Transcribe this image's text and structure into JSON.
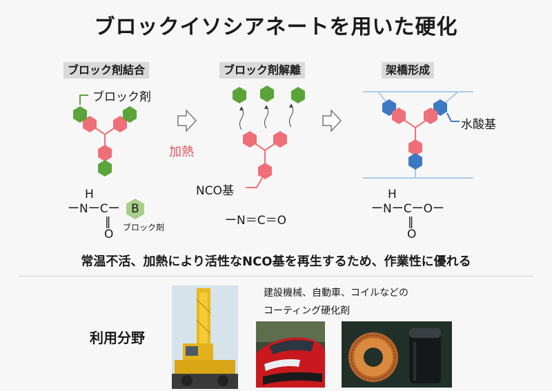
{
  "title": "ブロックイソシアネートを用いた硬化",
  "stages": [
    {
      "label": "ブロック剤結合"
    },
    {
      "label": "ブロック剤解離"
    },
    {
      "label": "架橋形成"
    }
  ],
  "annotations": {
    "blocking_agent": "ブロック剤",
    "heat": "加熱",
    "nco_group": "NCO基",
    "hydroxyl_group": "水酸基"
  },
  "formulas": {
    "blocked": {
      "h": "H",
      "main": "ーNーCー",
      "b": "B",
      "o_bond": "‖",
      "o": "O",
      "note": "ブロック剤"
    },
    "isocyanate": "ーN＝C＝O",
    "urethane": {
      "h": "H",
      "main": "ーNーCーOー",
      "o_bond": "‖",
      "o": "O"
    }
  },
  "summary": "常温不活、加熱により活性なNCO基を再生するため、作業性に優れる",
  "usage": {
    "label": "利用分野",
    "description_line1": "建設機械、自動車、コイルなどの",
    "description_line2": "コーティング硬化剤"
  },
  "colors": {
    "hex_red": "#ef6f78",
    "hex_green": "#5aa43a",
    "hex_blue": "#3d78c2",
    "light_blue": "#a9cbe7",
    "b_hex": "#a8cf8a"
  }
}
